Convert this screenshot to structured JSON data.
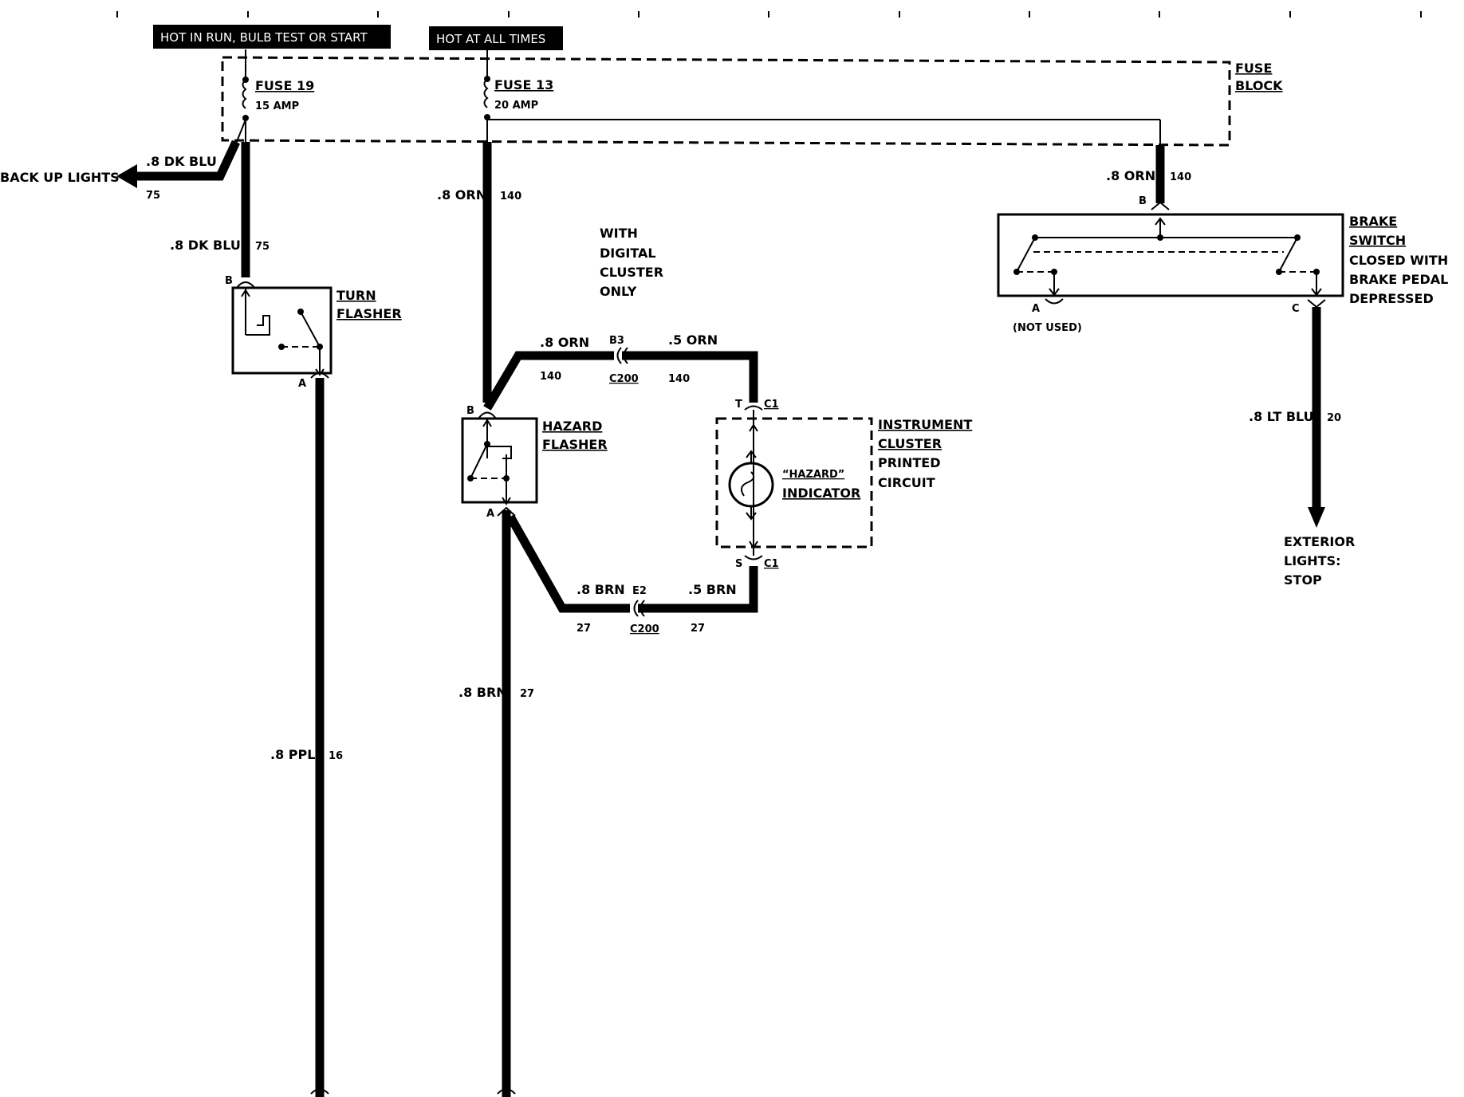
{
  "banners": {
    "run": "HOT IN RUN, BULB TEST OR START",
    "all_times": "HOT AT ALL TIMES"
  },
  "fuse_block": {
    "line1": "FUSE",
    "line2": "BLOCK"
  },
  "fuse19": {
    "name": "FUSE 19",
    "rating": "15 AMP"
  },
  "fuse13": {
    "name": "FUSE 13",
    "rating": "20 AMP"
  },
  "backup": {
    "label": "BACK UP LIGHTS",
    "wire": ".8 DK BLU",
    "circuit": "75"
  },
  "turn_flasher": {
    "line1": "TURN",
    "line2": "FLASHER",
    "pin_b": "B",
    "pin_a": "A",
    "in_wire": ".8 DK BLU",
    "in_circuit": "75",
    "out_wire": ".8 PPL",
    "out_circuit": "16"
  },
  "hazard_feed": {
    "wire": ".8 ORN",
    "circuit": "140"
  },
  "digital_note": [
    "WITH",
    "DIGITAL",
    "CLUSTER",
    "ONLY"
  ],
  "hazard_flasher": {
    "line1": "HAZARD",
    "line2": "FLASHER",
    "pin_b": "B",
    "pin_a": "A",
    "out_wire": ".8 BRN",
    "out_circuit": "27"
  },
  "upper_loop": {
    "left_wire": ".8 ORN",
    "left_circuit": "140",
    "connector_pin": "B3",
    "connector": "C200",
    "right_wire": ".5 ORN",
    "right_circuit": "140"
  },
  "lower_loop": {
    "left_wire": ".8 BRN",
    "left_circuit": "27",
    "connector_pin": "E2",
    "connector": "C200",
    "right_wire": ".5 BRN",
    "right_circuit": "27"
  },
  "instrument_cluster": {
    "line1": "INSTRUMENT",
    "line2": "CLUSTER",
    "line3": "PRINTED",
    "line4": "CIRCUIT",
    "indicator_line1": "“HAZARD”",
    "indicator_line2": "INDICATOR",
    "pin_t": "T",
    "pin_s": "S",
    "conn_top": "C1",
    "conn_bottom": "C1"
  },
  "brake_switch": {
    "line1": "BRAKE",
    "line2": "SWITCH",
    "line3": "CLOSED WITH",
    "line4": "BRAKE PEDAL",
    "line5": "DEPRESSED",
    "pin_b": "B",
    "pin_a": "A",
    "pin_c": "C",
    "not_used": "(NOT USED)",
    "feed_wire": ".8 ORN",
    "feed_circuit": "140",
    "out_wire": ".8 LT BLU",
    "out_circuit": "20"
  },
  "exterior": [
    "EXTERIOR",
    "LIGHTS:",
    "STOP"
  ]
}
